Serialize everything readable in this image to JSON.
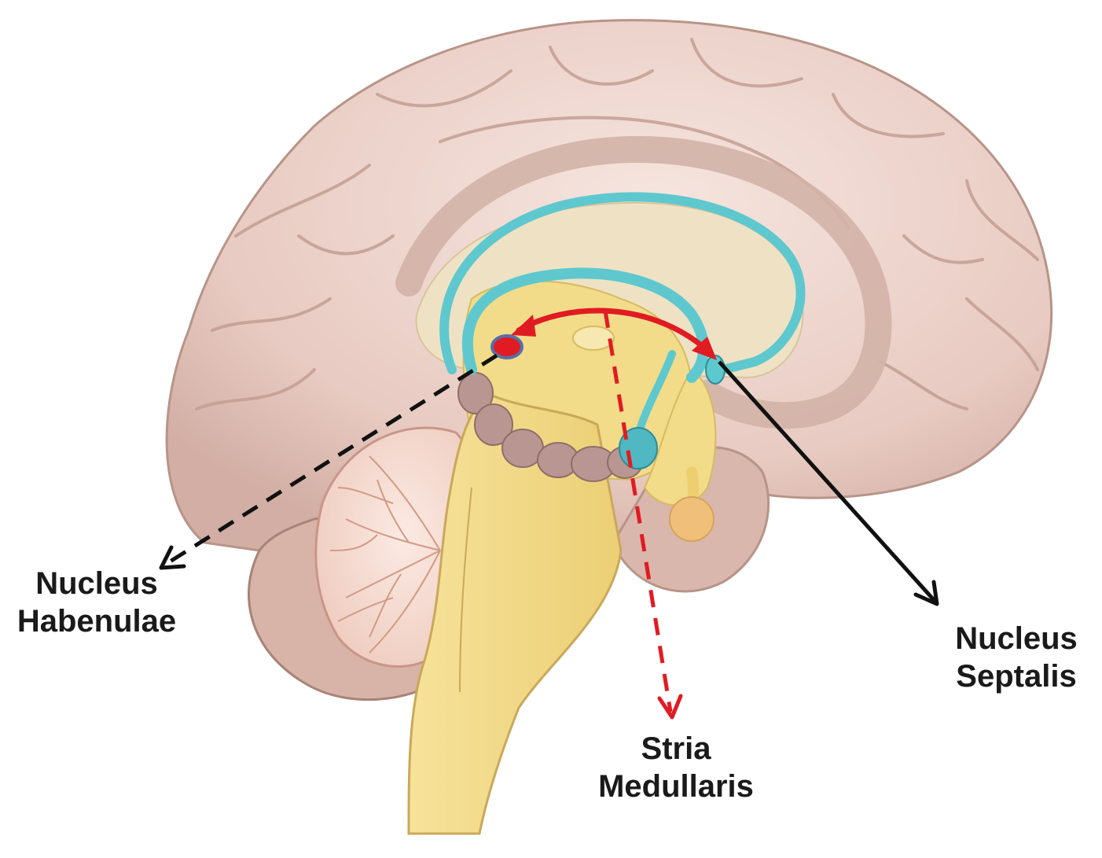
{
  "labels": {
    "habenulae": {
      "line1": "Nucleus",
      "line2": "Habenulae"
    },
    "septalis": {
      "line1": "Nucleus",
      "line2": "Septalis"
    },
    "stria": {
      "line1": "Stria",
      "line2": "Medullaris"
    }
  },
  "colors": {
    "cortex": "#ecd3cc",
    "cortex_shadow": "#c9a79e",
    "cingulate_inner": "#efe2c4",
    "diencephalon": "#f2dc8a",
    "brainstem": "#f4de8c",
    "fornix": "#5fc8cf",
    "cerebellum": "#f3d6cc",
    "cerebellum_vessels": "#d29a85",
    "hippocampus": "#b99692",
    "pathway_red": "#e11b22",
    "pointer_black": "#111111"
  },
  "icons": {
    "habenula_marker": "red-dot-icon",
    "arrowheads": "chevron-arrow-icon"
  }
}
